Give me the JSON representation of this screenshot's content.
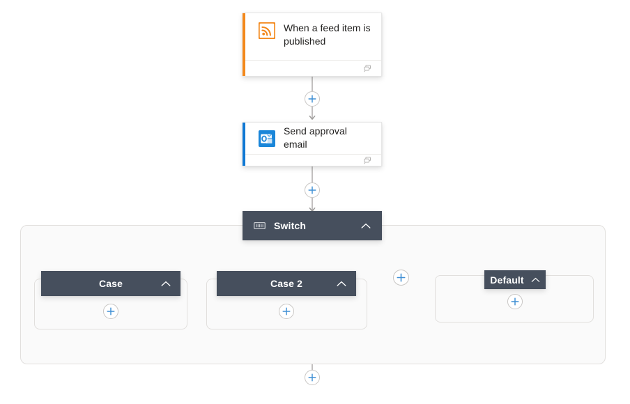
{
  "canvas": {
    "background_color": "#ffffff",
    "connector_color": "#a19f9d",
    "accent_blue": "#0078d4",
    "dark_node_color": "#464f5d",
    "scope_background": "#fafafa",
    "scope_border": "#e1dfdd"
  },
  "nodes": {
    "trigger": {
      "title": "When a feed item is published",
      "icon_name": "rss-icon",
      "accent_color": "#f3881b",
      "footer_icon_name": "connector-info-icon"
    },
    "action_email": {
      "title": "Send approval email",
      "icon_name": "outlook-icon",
      "accent_color": "#0f78d4",
      "footer_icon_name": "connector-info-icon"
    },
    "switch": {
      "title": "Switch",
      "icon_name": "switch-icon",
      "chevron_name": "chevron-up-icon"
    },
    "case_1": {
      "title": "Case",
      "chevron_name": "chevron-up-icon",
      "add_action_label": "+"
    },
    "case_2": {
      "title": "Case 2",
      "chevron_name": "chevron-up-icon",
      "add_action_label": "+"
    },
    "default_case": {
      "title": "Default",
      "chevron_name": "chevron-up-icon",
      "add_action_label": "+"
    }
  },
  "add_buttons": [
    {
      "id": "insert-after-trigger",
      "icon_name": "plus-icon",
      "label": "+"
    },
    {
      "id": "insert-after-email",
      "icon_name": "plus-icon",
      "label": "+"
    },
    {
      "id": "add-case",
      "icon_name": "plus-icon",
      "label": "+"
    },
    {
      "id": "add-action-case-1",
      "icon_name": "plus-icon",
      "label": "+"
    },
    {
      "id": "add-action-case-2",
      "icon_name": "plus-icon",
      "label": "+"
    },
    {
      "id": "add-action-default",
      "icon_name": "plus-icon",
      "label": "+"
    },
    {
      "id": "insert-after-switch",
      "icon_name": "plus-icon",
      "label": "+"
    }
  ]
}
